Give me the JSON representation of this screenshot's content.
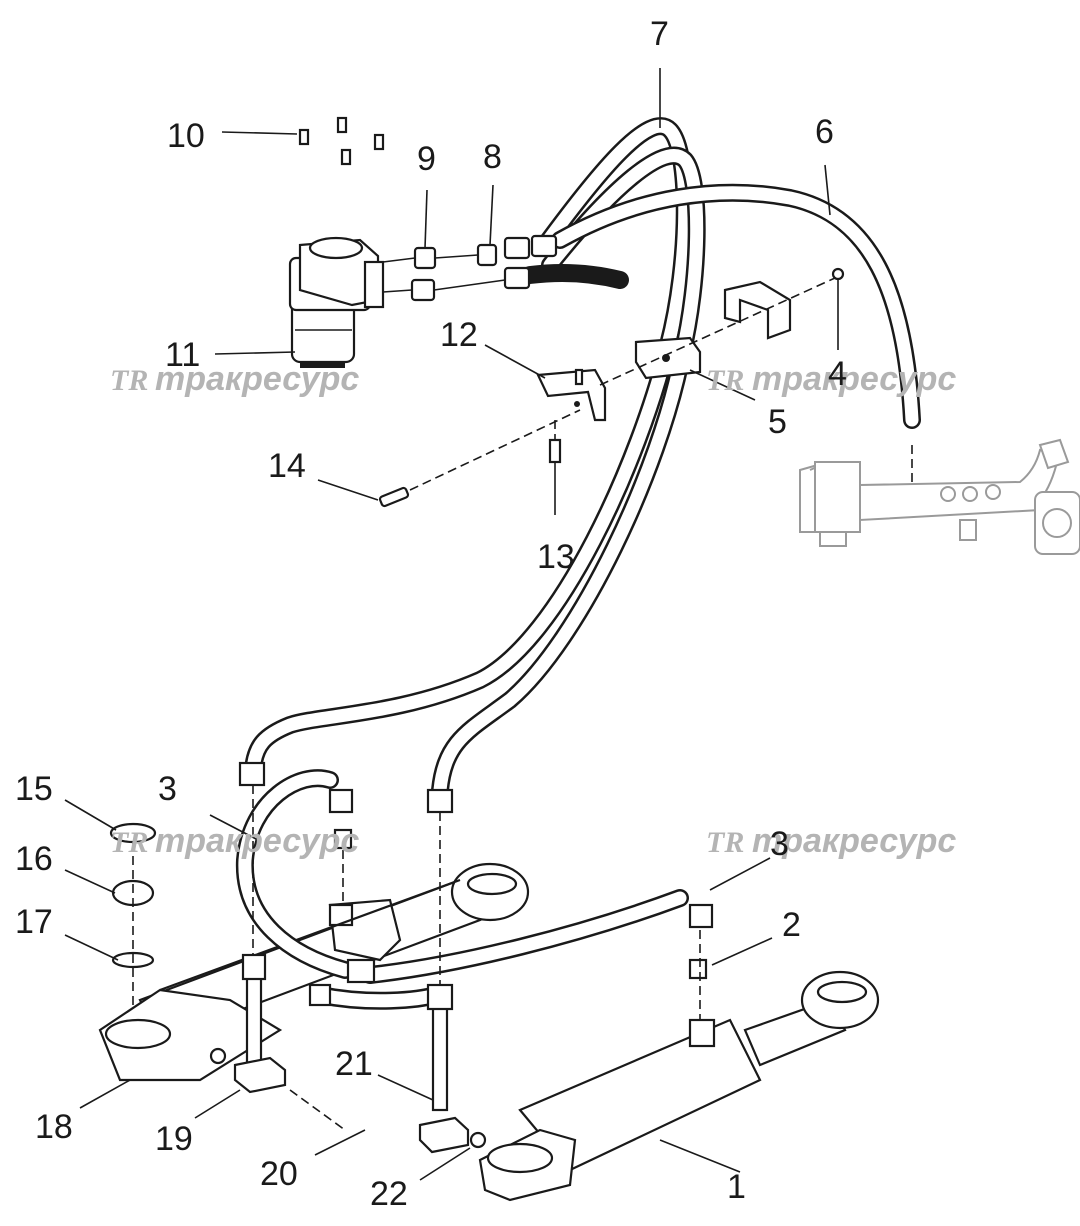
{
  "watermark": {
    "logo": "TR",
    "text": "тракресурс"
  },
  "callouts": [
    {
      "id": "1",
      "text": "1"
    },
    {
      "id": "2",
      "text": "2"
    },
    {
      "id": "3a",
      "text": "3"
    },
    {
      "id": "3b",
      "text": "3"
    },
    {
      "id": "4",
      "text": "4"
    },
    {
      "id": "5",
      "text": "5"
    },
    {
      "id": "6",
      "text": "6"
    },
    {
      "id": "7",
      "text": "7"
    },
    {
      "id": "8",
      "text": "8"
    },
    {
      "id": "9",
      "text": "9"
    },
    {
      "id": "10",
      "text": "10"
    },
    {
      "id": "11",
      "text": "11"
    },
    {
      "id": "12",
      "text": "12"
    },
    {
      "id": "13",
      "text": "13"
    },
    {
      "id": "14",
      "text": "14"
    },
    {
      "id": "15",
      "text": "15"
    },
    {
      "id": "16",
      "text": "16"
    },
    {
      "id": "17",
      "text": "17"
    },
    {
      "id": "18",
      "text": "18"
    },
    {
      "id": "19",
      "text": "19"
    },
    {
      "id": "20",
      "text": "20"
    },
    {
      "id": "21",
      "text": "21"
    },
    {
      "id": "22",
      "text": "22"
    }
  ]
}
